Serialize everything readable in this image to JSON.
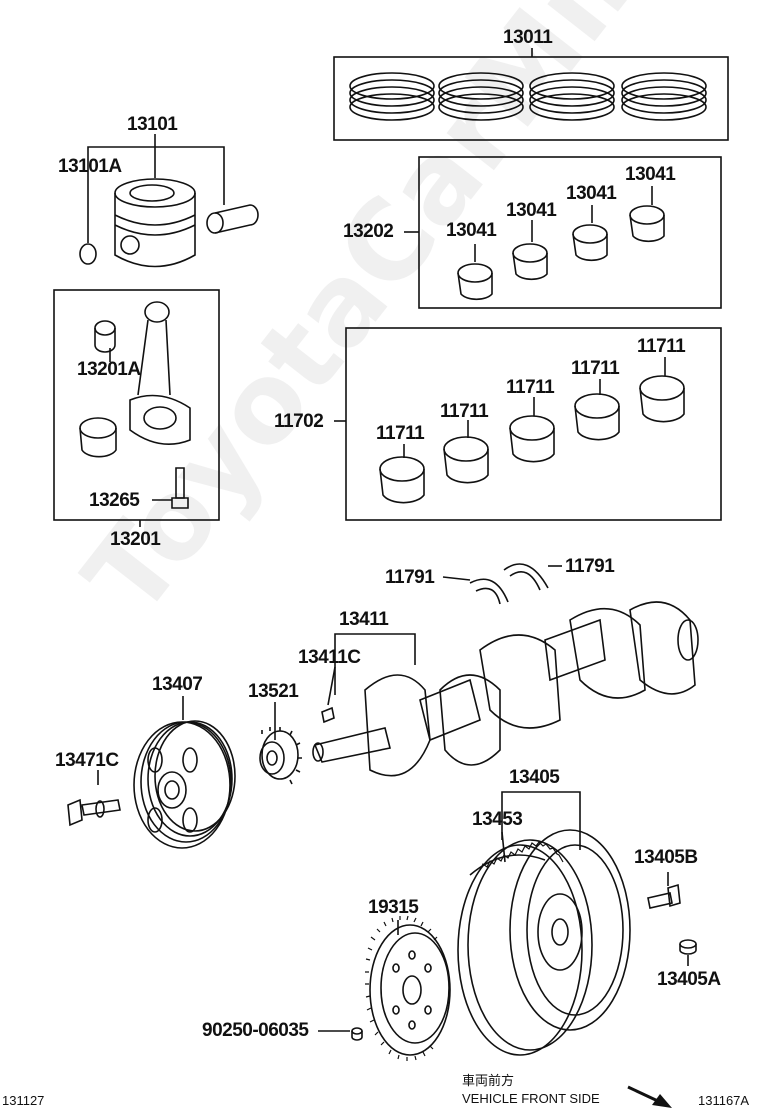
{
  "labels": {
    "p13011": "13011",
    "p13101": "13101",
    "p13101A": "13101A",
    "p13202": "13202",
    "p13041_a": "13041",
    "p13041_b": "13041",
    "p13041_c": "13041",
    "p13041_d": "13041",
    "p13201A": "13201A",
    "p13265": "13265",
    "p13201": "13201",
    "p11702": "11702",
    "p11711_a": "11711",
    "p11711_b": "11711",
    "p11711_c": "11711",
    "p11711_d": "11711",
    "p11711_e": "11711",
    "p11791_l": "11791",
    "p11791_r": "11791",
    "p13411": "13411",
    "p13411C": "13411C",
    "p13407": "13407",
    "p13521": "13521",
    "p13471C": "13471C",
    "p13405": "13405",
    "p13453": "13453",
    "p13405B": "13405B",
    "p19315": "19315",
    "p13405A": "13405A",
    "p90250": "90250-06035"
  },
  "footer": {
    "left_code": "131127",
    "right_code": "131167A",
    "front_jp": "車両前方",
    "front_en": "VEHICLE FRONT SIDE"
  },
  "watermark": "ToyotaCarMine.ru"
}
